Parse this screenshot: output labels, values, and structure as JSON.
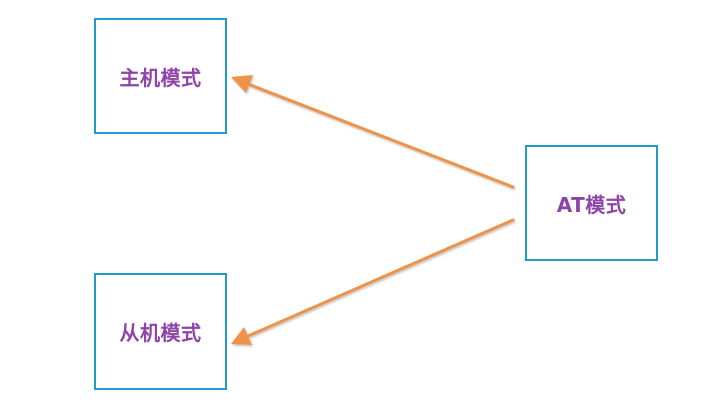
{
  "diagram": {
    "nodes": {
      "master": {
        "label": "主机模式"
      },
      "slave": {
        "label": "从机模式"
      },
      "at": {
        "label": "AT模式"
      }
    },
    "edges": [
      {
        "from": "at",
        "to": "master"
      },
      {
        "from": "at",
        "to": "slave"
      }
    ],
    "colors": {
      "box_border": "#1f9bd0",
      "label_text": "#8e44a8",
      "arrow": "#ee9248"
    }
  }
}
